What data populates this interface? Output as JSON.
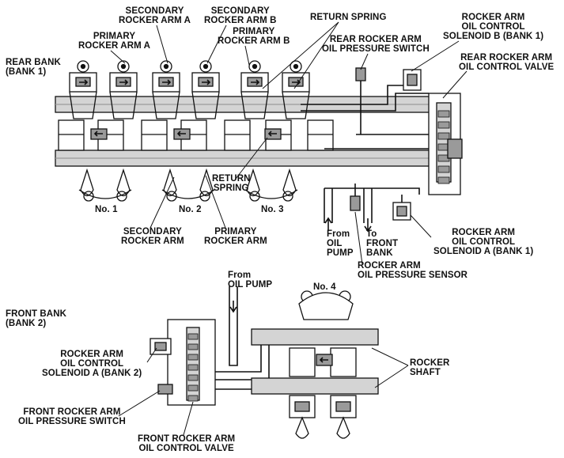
{
  "labels": {
    "secondary_rocker_arm_a": "SECONDARY\nROCKER ARM A",
    "secondary_rocker_arm_b": "SECONDARY\nROCKER ARM B",
    "primary_rocker_arm_a": "PRIMARY\nROCKER ARM A",
    "primary_rocker_arm_b": "PRIMARY\nROCKER ARM B",
    "return_spring_top": "RETURN SPRING",
    "rocker_arm_ocs_b_bank1": "ROCKER ARM\nOIL CONTROL\nSOLENOID B (BANK 1)",
    "rear_rocker_arm_ops_switch": "REAR ROCKER ARM\nOIL PRESSURE SWITCH",
    "rear_bank": "REAR BANK\n(BANK 1)",
    "rear_rocker_arm_ocv": "REAR ROCKER ARM\nOIL CONTROL VALVE",
    "return_spring_mid": "RETURN\nSPRING",
    "cyl_no1": "No. 1",
    "cyl_no2": "No. 2",
    "cyl_no3": "No. 3",
    "from_oil_pump_top": "From\nOIL\nPUMP",
    "to_front_bank": "To\nFRONT\nBANK",
    "secondary_rocker_arm": "SECONDARY\nROCKER ARM",
    "primary_rocker_arm": "PRIMARY\nROCKER ARM",
    "rocker_arm_ocs_a_bank1": "ROCKER ARM\nOIL CONTROL\nSOLENOID A (BANK 1)",
    "rocker_arm_ops_sensor": "ROCKER ARM\nOIL PRESSURE SENSOR",
    "from_oil_pump_bottom": "From\nOIL PUMP",
    "cyl_no4": "No. 4",
    "front_bank": "FRONT BANK\n(BANK 2)",
    "rocker_arm_ocs_a_bank2": "ROCKER ARM\nOIL CONTROL\nSOLENOID A (BANK 2)",
    "rocker_shaft": "ROCKER\nSHAFT",
    "front_rocker_arm_ops_switch": "FRONT ROCKER ARM\nOIL PRESSURE SWITCH",
    "front_rocker_arm_ocv": "FRONT ROCKER ARM\nOIL CONTROL VALVE"
  },
  "colors": {
    "line": "#111111",
    "shade": "#9a9a9a",
    "light": "#d4d4d4",
    "paper": "#ffffff"
  }
}
